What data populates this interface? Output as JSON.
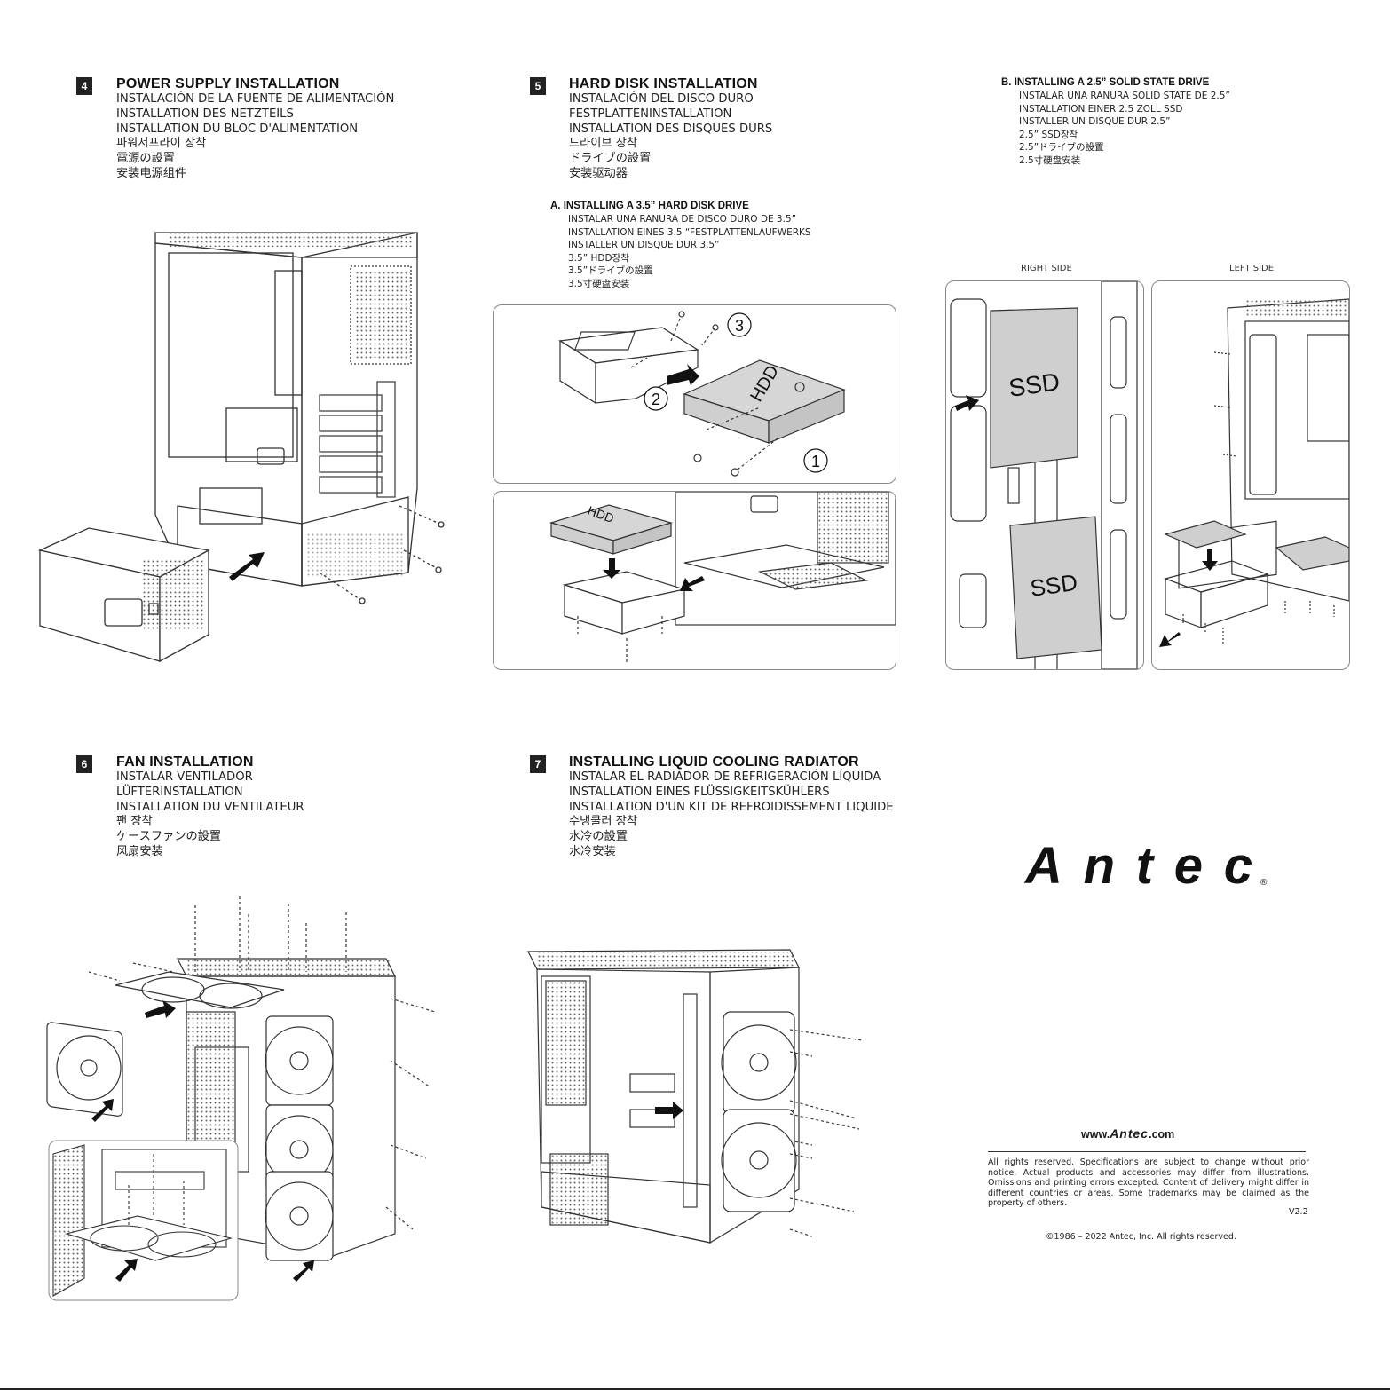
{
  "sections": {
    "s4": {
      "number": "4",
      "title": "POWER SUPPLY INSTALLATION",
      "translations": [
        "INSTALACIÓN DE LA FUENTE DE ALIMENTACIÓN",
        "INSTALLATION DES NETZTEILS",
        "INSTALLATION DU BLOC D'ALIMENTATION",
        "파워서프라이 장착",
        "電源の設置",
        "安装电源组件"
      ]
    },
    "s5": {
      "number": "5",
      "title": "HARD DISK INSTALLATION",
      "translations": [
        "INSTALACIÓN DEL DISCO DURO",
        "FESTPLATTENINSTALLATION",
        "INSTALLATION DES DISQUES DURS",
        "드라이브 장착",
        "ドライブの設置",
        "安装驱动器"
      ],
      "a": {
        "title": "A.  INSTALLING A 3.5”  HARD DISK DRIVE",
        "translations": [
          "INSTALAR UNA RANURA DE DISCO DURO DE 3.5”",
          "INSTALLATION EINES 3.5 “FESTPLATTENLAUFWERKS",
          "INSTALLER UN DISQUE DUR 3.5”",
          "3.5” HDD장착",
          "3.5”ドライブの設置",
          "3.5寸硬盘安装"
        ]
      },
      "b": {
        "title": "B.  INSTALLING A 2.5”  SOLID STATE DRIVE",
        "translations": [
          "INSTALAR UNA RANURA SOLID STATE DE 2.5”",
          "INSTALLATION EINER 2.5 ZOLL SSD",
          "INSTALLER UN DISQUE DUR 2.5”",
          "2.5” SSD장착",
          "2.5”ドライブの設置",
          "2.5寸硬盘安装"
        ],
        "right_side": "RIGHT SIDE",
        "left_side": "LEFT SIDE"
      },
      "labels": {
        "hdd": "HDD",
        "ssd": "SSD",
        "step1": "1",
        "step2": "2",
        "step3": "3"
      }
    },
    "s6": {
      "number": "6",
      "title": "FAN INSTALLATION",
      "translations": [
        "INSTALAR VENTILADOR",
        "LÜFTERINSTALLATION",
        "INSTALLATION DU VENTILATEUR",
        "팬 장착",
        "ケースファンの設置",
        "风扇安装"
      ]
    },
    "s7": {
      "number": "7",
      "title": "INSTALLING LIQUID COOLING RADIATOR",
      "translations": [
        "INSTALAR EL RADIADOR DE REFRIGERACIÓN LÍQUIDA",
        "INSTALLATION EINES FLÜSSIGKEITSKÜHLERS",
        "INSTALLATION D'UN KIT DE REFROIDISSEMENT LIQUIDE",
        "수냉쿨러 장착",
        "水冷の設置",
        "水冷安装"
      ]
    }
  },
  "brand": {
    "logo_text": "Antec",
    "registered": "®",
    "url_prefix": "www.",
    "url_brand": "Antec",
    "url_suffix": ".com"
  },
  "legal": {
    "notice": "All rights reserved. Specifications are subject to change without prior notice. Actual products and accessories may differ from illustrations. Omissions and printing errors excepted. Content of delivery might differ in different countries or areas. Some trademarks may be claimed as the property of others.",
    "version": "V2.2",
    "copyright": "©1986 – 2022 Antec, Inc. All rights reserved."
  }
}
